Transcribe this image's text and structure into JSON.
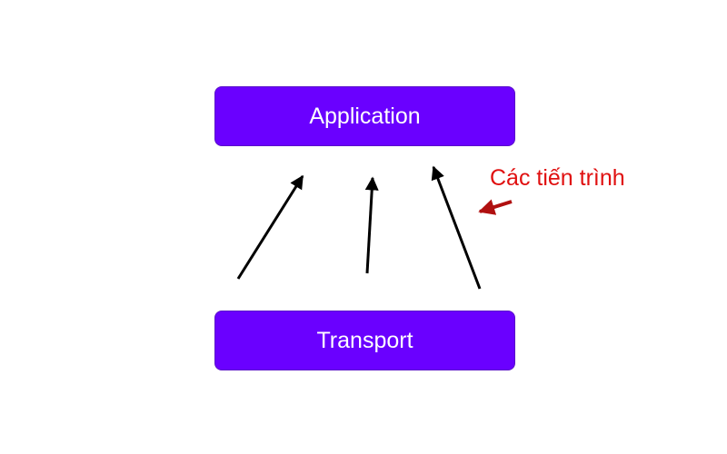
{
  "diagram": {
    "application_label": "Application",
    "transport_label": "Transport",
    "annotation_label": "Các tiến trình"
  },
  "colors": {
    "box_fill": "#6a00ff",
    "arrow": "#000000",
    "annotation": "#e01010",
    "annotation_arrow": "#b01010"
  }
}
